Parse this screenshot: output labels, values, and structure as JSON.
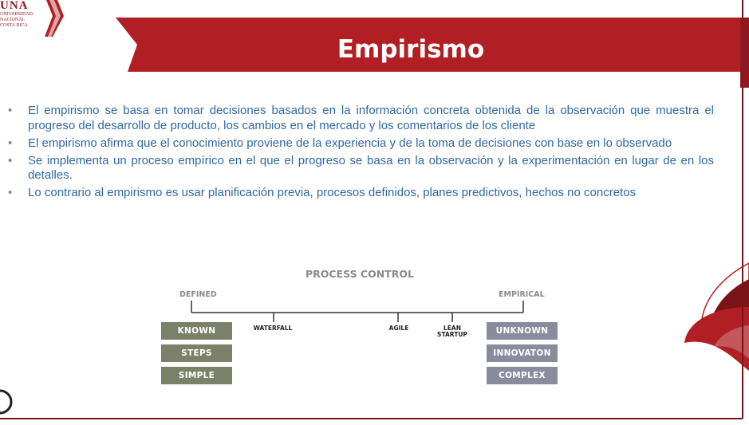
{
  "logo": {
    "line1": "UNA",
    "line2": "UNIVERSIDAD",
    "line3": "NACIONAL",
    "line4": "COSTA RICA"
  },
  "title": "Empirismo",
  "bullets": [
    "El empirismo se basa en tomar decisiones basados en la información concreta obtenida de la observación que muestra el progreso del desarrollo de producto, los cambios en el mercado y los comentarios de los cliente",
    "El empirismo afirma que el conocimiento proviene de la experiencia y de la toma de decisiones con base en lo observado",
    "Se implementa un proceso empírico en el que el progreso se basa en la observación y la experimentación en lugar de en los detalles.",
    "Lo contrario al empirismo es usar planificación previa, procesos definidos, planes predictivos, hechos no concretos"
  ],
  "bullet_symbol": "•",
  "diagram": {
    "title": "PROCESS CONTROL",
    "left_label": "DEFINED",
    "right_label": "EMPIRICAL",
    "defined_boxes": [
      "KNOWN",
      "STEPS",
      "SIMPLE"
    ],
    "empirical_boxes": [
      "UNKNOWN",
      "INNOVATON",
      "COMPLEX"
    ],
    "scale_points": [
      {
        "label": "WATERFALL",
        "sub": ""
      },
      {
        "label": "AGILE",
        "sub": ""
      },
      {
        "label": "LEAN",
        "sub": "STARTUP"
      }
    ]
  },
  "colors": {
    "brand_red": "#b11f24",
    "dark_red": "#7a1418",
    "text_blue": "#2f67a6",
    "defined_box": "#7b8069",
    "empirical_box": "#8a8c9e"
  }
}
